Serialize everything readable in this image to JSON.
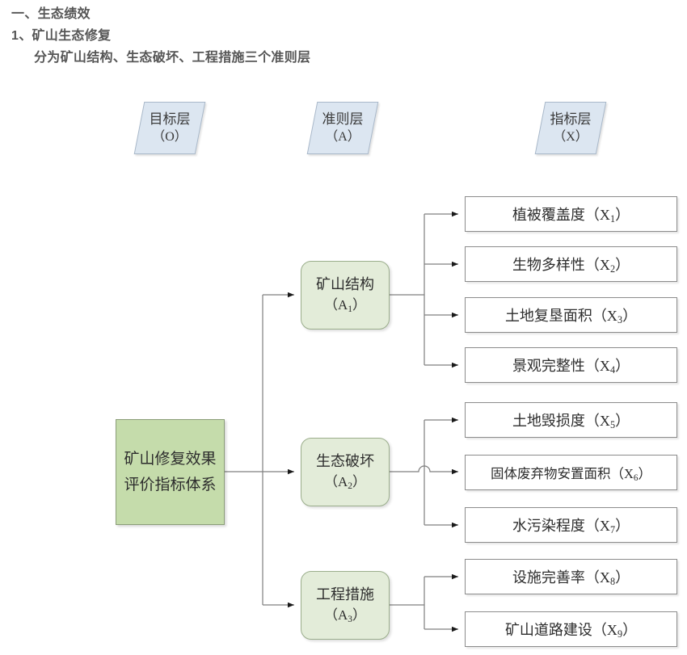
{
  "heading": {
    "line1": "一、生态绩效",
    "line2": "1、矿山生态修复",
    "line3": "分为矿山结构、生态破坏、工程措施三个准则层"
  },
  "layer_tags": [
    {
      "name": "goal-layer-tag",
      "title": "目标层",
      "code": "（O）"
    },
    {
      "name": "criterion-layer-tag",
      "title": "准则层",
      "code": "（A）"
    },
    {
      "name": "indicator-layer-tag",
      "title": "指标层",
      "code": "（X）"
    }
  ],
  "goal": {
    "label": "矿山修复效果评价指标体系"
  },
  "criteria": [
    {
      "label": "矿山结构",
      "code": "（A",
      "sub": "1",
      "code_end": "）"
    },
    {
      "label": "生态破坏",
      "code": "（A",
      "sub": "2",
      "code_end": "）"
    },
    {
      "label": "工程措施",
      "code": "（A",
      "sub": "3",
      "code_end": "）"
    }
  ],
  "indicators": [
    {
      "label": "植被覆盖度（X",
      "sub": "1",
      "tail": "）"
    },
    {
      "label": "生物多样性（X",
      "sub": "2",
      "tail": "）"
    },
    {
      "label": "土地复垦面积（X",
      "sub": "3",
      "tail": "）"
    },
    {
      "label": "景观完整性（X",
      "sub": "4",
      "tail": "）"
    },
    {
      "label": "土地毁损度（X",
      "sub": "5",
      "tail": "）"
    },
    {
      "label": "固体废弃物安置面积（X",
      "sub": "6",
      "tail": "）"
    },
    {
      "label": "水污染程度（X",
      "sub": "7",
      "tail": "）"
    },
    {
      "label": "设施完善率（X",
      "sub": "8",
      "tail": "）"
    },
    {
      "label": "矿山道路建设（X",
      "sub": "9",
      "tail": "）"
    }
  ],
  "colors": {
    "goal_fill": "#c5dcab",
    "criterion_fill": "#e3ecd9",
    "indicator_fill": "#ffffff",
    "layer_tag_fill": "#dce6f1",
    "connector": "#7f7f7f",
    "heading_text": "#565656"
  }
}
